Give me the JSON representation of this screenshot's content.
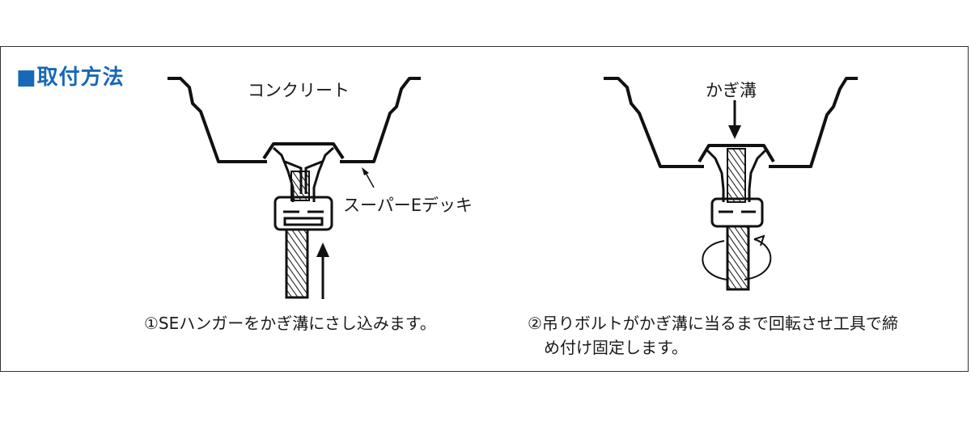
{
  "section_title": "■取付方法",
  "diagram1": {
    "label_concrete": "コンクリート",
    "label_deck": "スーパーEデッキ",
    "caption": "①SEハンガーをかぎ溝にさし込みます。"
  },
  "diagram2": {
    "label_groove": "かぎ溝",
    "caption_line1": "②吊りボルトがかぎ溝に当るまで回転させ工具で締",
    "caption_line2": "め付け固定します。"
  },
  "colors": {
    "title": "#1668b8",
    "line": "#111111"
  }
}
